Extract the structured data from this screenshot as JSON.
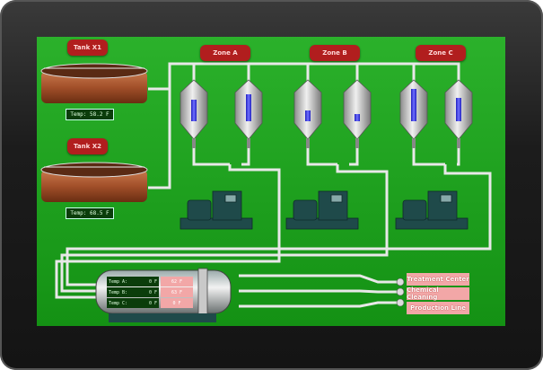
{
  "tanks": [
    {
      "label": "Tank X1",
      "temp": "Temp: 58.2 F"
    },
    {
      "label": "Tank X2",
      "temp": "Temp: 68.5 F"
    }
  ],
  "zones": [
    "Zone A",
    "Zone B",
    "Zone C"
  ],
  "exchanger": {
    "rows": [
      {
        "name": "Temp A:",
        "unit": "0 F",
        "value": "62 F"
      },
      {
        "name": "Temp B:",
        "unit": "0 F",
        "value": "63 F"
      },
      {
        "name": "Temp C:",
        "unit": "0 F",
        "value": "0 F"
      }
    ]
  },
  "destinations": [
    "Treatment Center",
    "Chemical Cleaning",
    "Production Line"
  ],
  "colors": {
    "screen": "#1fa11f",
    "label": "#b11e1e",
    "destination": "#f2a7a7",
    "pipe": "#e8e8e8",
    "liquid": "#3b3bff"
  }
}
